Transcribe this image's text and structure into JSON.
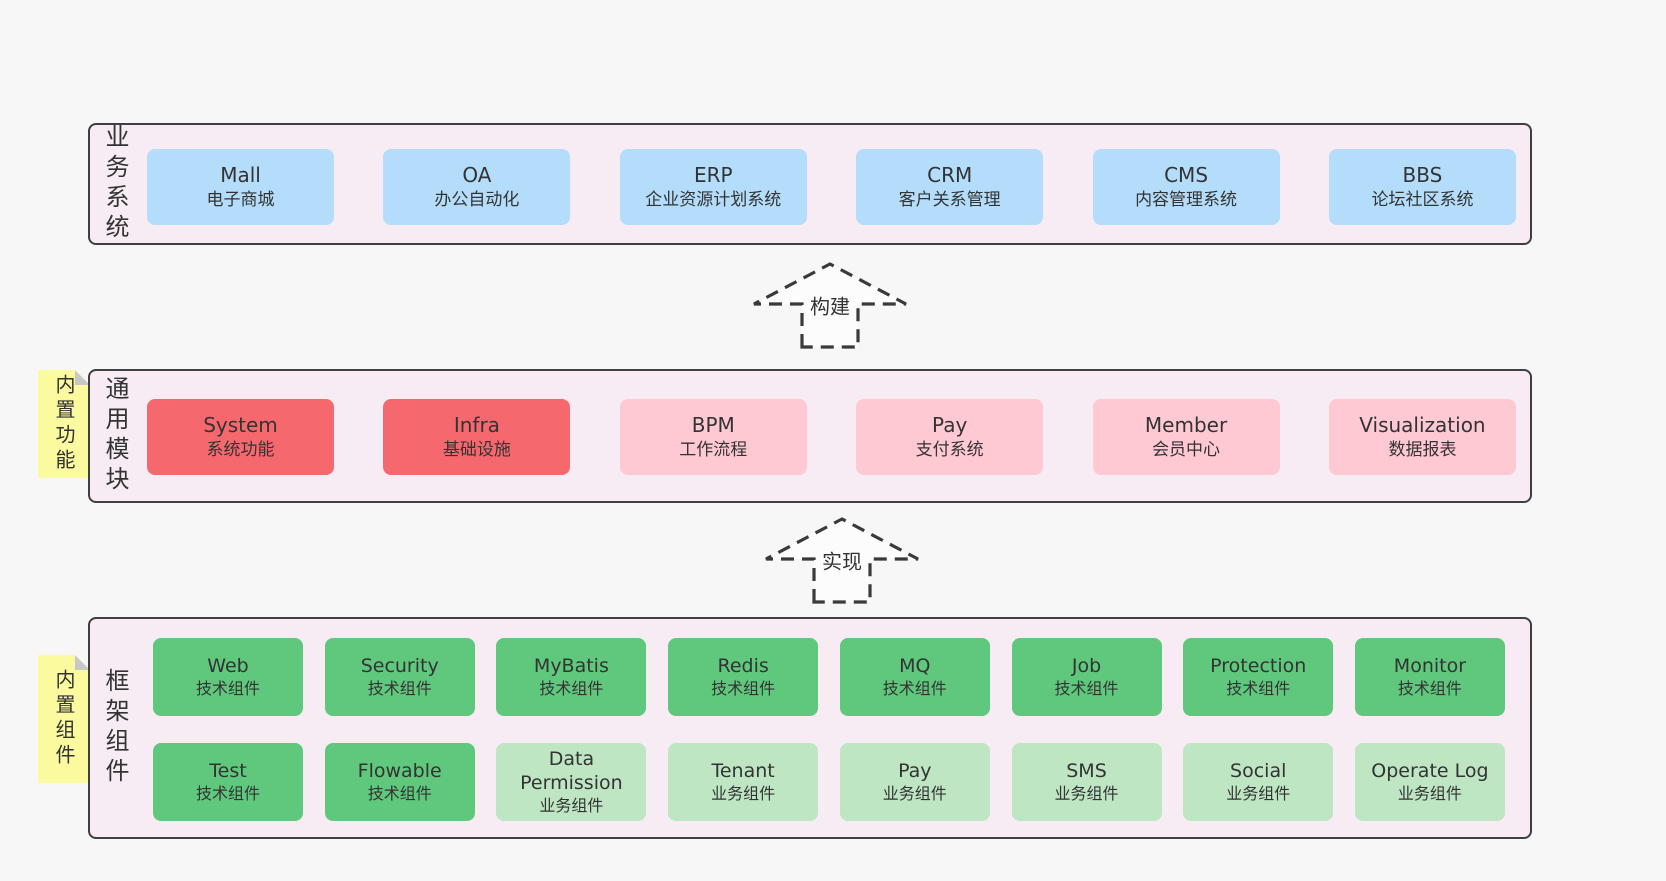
{
  "colors": {
    "page_bg": "#f7f7f7",
    "band_bg": "#f7ecf4",
    "band_border": "#3f3f3f",
    "blue": "#b3ddfa",
    "red": "#f5696e",
    "pink": "#fec9d2",
    "green": "#5fc87d",
    "light_green": "#bee6c3",
    "sticky": "#fcfa9e",
    "sticky_fold": "#c8c8c8",
    "text": "#333333"
  },
  "bands": [
    {
      "side_label": "业务系统",
      "boxes": [
        {
          "name": "Mall",
          "desc": "电子商城",
          "variant": "blue"
        },
        {
          "name": "OA",
          "desc": "办公自动化",
          "variant": "blue"
        },
        {
          "name": "ERP",
          "desc": "企业资源计划系统",
          "variant": "blue"
        },
        {
          "name": "CRM",
          "desc": "客户关系管理",
          "variant": "blue"
        },
        {
          "name": "CMS",
          "desc": "内容管理系统",
          "variant": "blue"
        },
        {
          "name": "BBS",
          "desc": "论坛社区系统",
          "variant": "blue"
        }
      ]
    },
    {
      "side_label": "通用模块",
      "sticky_label": "内置功能",
      "boxes": [
        {
          "name": "System",
          "desc": "系统功能",
          "variant": "red"
        },
        {
          "name": "Infra",
          "desc": "基础设施",
          "variant": "red"
        },
        {
          "name": "BPM",
          "desc": "工作流程",
          "variant": "pink"
        },
        {
          "name": "Pay",
          "desc": "支付系统",
          "variant": "pink"
        },
        {
          "name": "Member",
          "desc": "会员中心",
          "variant": "pink"
        },
        {
          "name": "Visualization",
          "desc": "数据报表",
          "variant": "pink"
        }
      ]
    },
    {
      "side_label": "框架组件",
      "sticky_label": "内置组件",
      "rows": [
        [
          {
            "name": "Web",
            "desc": "技术组件",
            "variant": "green"
          },
          {
            "name": "Security",
            "desc": "技术组件",
            "variant": "green"
          },
          {
            "name": "MyBatis",
            "desc": "技术组件",
            "variant": "green"
          },
          {
            "name": "Redis",
            "desc": "技术组件",
            "variant": "green"
          },
          {
            "name": "MQ",
            "desc": "技术组件",
            "variant": "green"
          },
          {
            "name": "Job",
            "desc": "技术组件",
            "variant": "green"
          },
          {
            "name": "Protection",
            "desc": "技术组件",
            "variant": "green"
          },
          {
            "name": "Monitor",
            "desc": "技术组件",
            "variant": "green"
          }
        ],
        [
          {
            "name": "Test",
            "desc": "技术组件",
            "variant": "green"
          },
          {
            "name": "Flowable",
            "desc": "技术组件",
            "variant": "green"
          },
          {
            "name": "Data Permission",
            "desc": "业务组件",
            "variant": "lightgreen"
          },
          {
            "name": "Tenant",
            "desc": "业务组件",
            "variant": "lightgreen"
          },
          {
            "name": "Pay",
            "desc": "业务组件",
            "variant": "lightgreen"
          },
          {
            "name": "SMS",
            "desc": "业务组件",
            "variant": "lightgreen"
          },
          {
            "name": "Social",
            "desc": "业务组件",
            "variant": "lightgreen"
          },
          {
            "name": "Operate Log",
            "desc": "业务组件",
            "variant": "lightgreen"
          }
        ]
      ]
    }
  ],
  "arrows": [
    {
      "label": "构建"
    },
    {
      "label": "实现"
    }
  ]
}
